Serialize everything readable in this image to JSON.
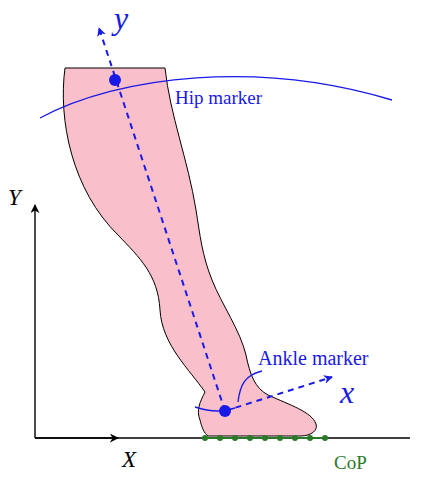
{
  "diagram": {
    "labels": [
      "y",
      "Hip marker",
      "Y",
      "Ankle marker",
      "x",
      "X",
      "CoP"
    ]
  }
}
